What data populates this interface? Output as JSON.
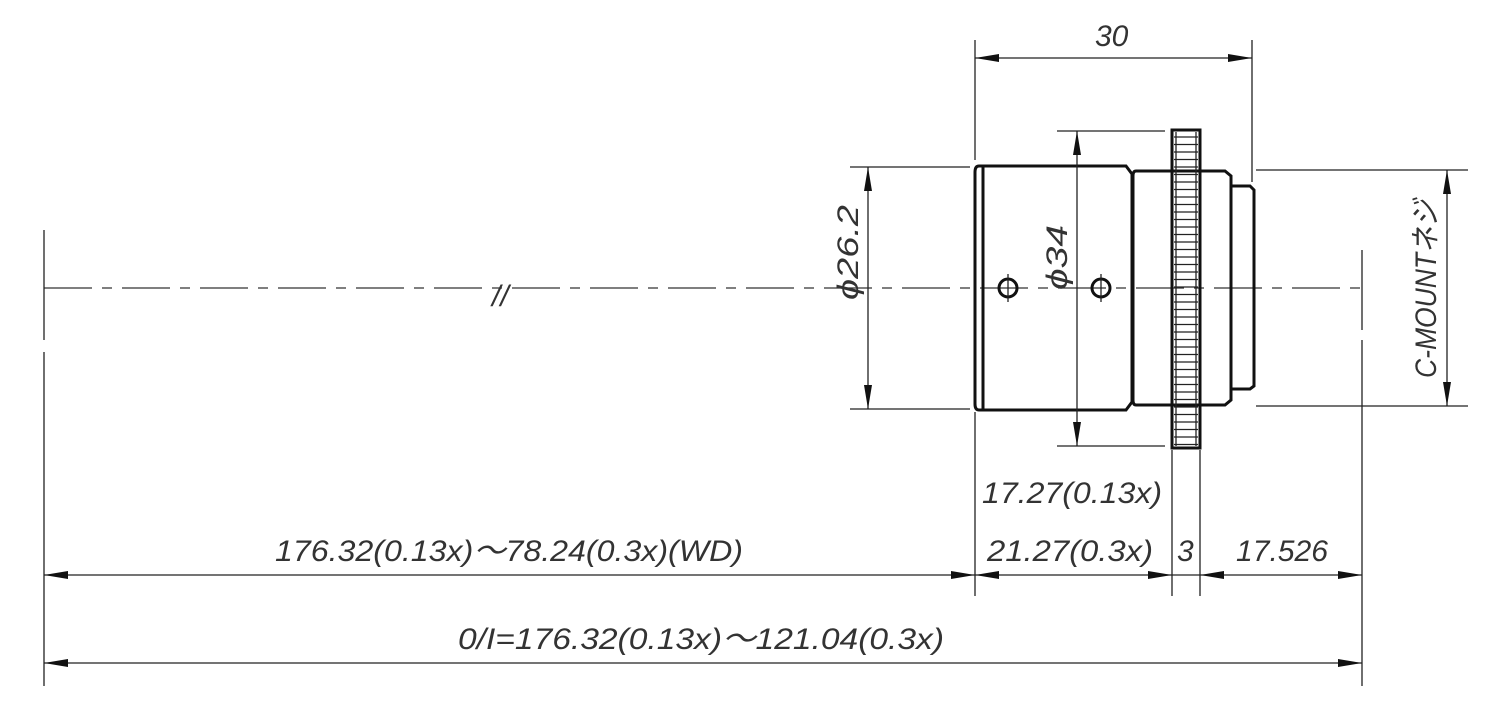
{
  "drawing": {
    "overall_length": "30",
    "front_diameter": "ϕ26.2",
    "focus_ring_diameter": "ϕ34",
    "mount_label": "C-MOUNTネジ",
    "working_distance": "176.32(0.13x)～78.24(0.3x)(WD)",
    "body_length_013": "17.27(0.13x)",
    "body_length_03": "21.27(0.3x)",
    "ring_width": "3",
    "flange_distance": "17.526",
    "object_to_image": "0/I=176.32(0.13x)～121.04(0.3x)",
    "break_mark": "//"
  }
}
